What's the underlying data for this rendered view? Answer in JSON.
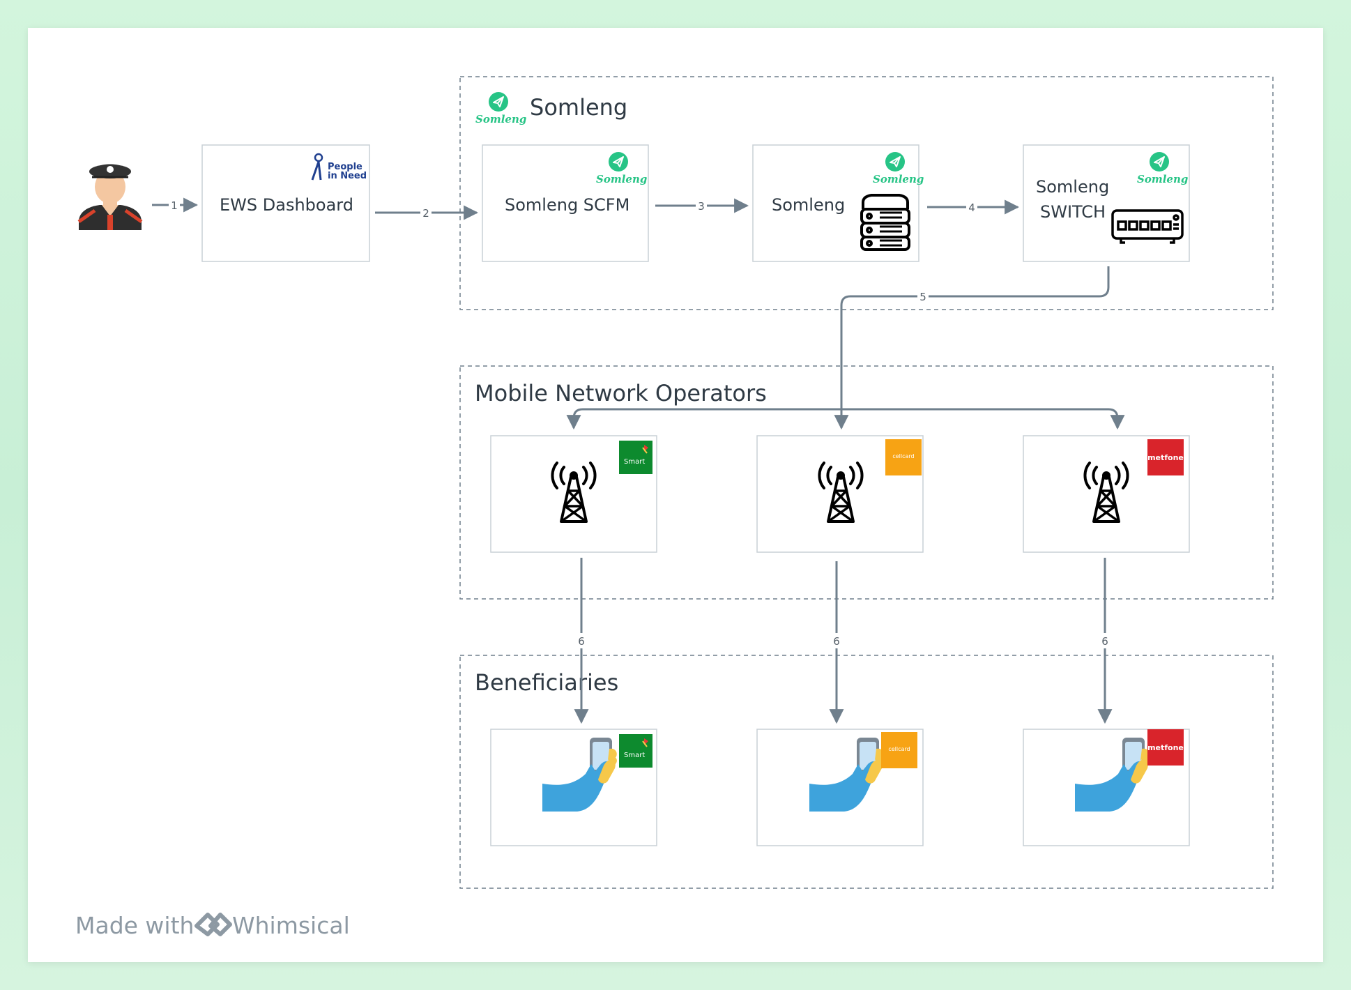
{
  "groups": {
    "somleng": "Somleng",
    "mno": "Mobile Network Operators",
    "beneficiaries": "Beneficiaries"
  },
  "nodes": {
    "ews": "EWS Dashboard",
    "scfm": "Somleng SCFM",
    "somleng": "Somleng",
    "switch_line1": "Somleng",
    "switch_line2": "SWITCH"
  },
  "logos": {
    "somleng_brand": "Somleng",
    "pin_line1": "People",
    "pin_line2": "in Need",
    "smart": "Smart",
    "cellcard": "cellcard",
    "metfone": "metfone"
  },
  "edges": [
    "1",
    "2",
    "3",
    "4",
    "5",
    "6",
    "6",
    "6"
  ],
  "watermark": {
    "prefix": "Made with",
    "brand": "Whimsical"
  },
  "colors": {
    "edge": "#6f7f8c",
    "somleng_green": "#27c486",
    "smart_green": "#0d8a2e",
    "cellcard_orange": "#f7a314",
    "metfone_red": "#d9242b",
    "hand_blue": "#3ea3dc"
  }
}
